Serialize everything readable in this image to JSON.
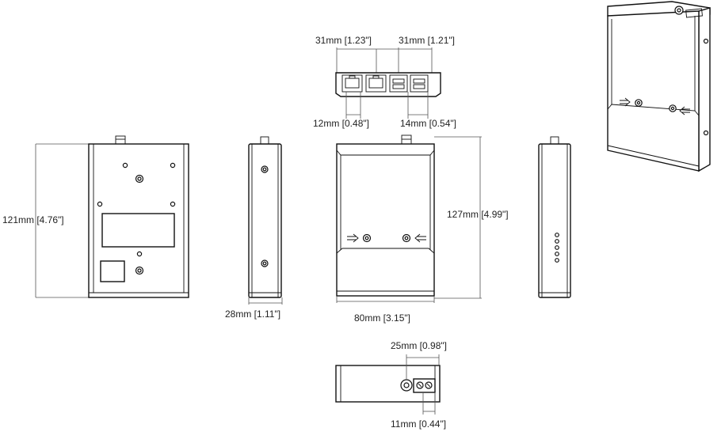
{
  "dimensions": {
    "rj45_width": "31mm [1.23\"]",
    "usb_width": "31mm [1.21\"]",
    "rj45_offset": "12mm [0.48\"]",
    "usb_offset": "14mm [0.54\"]",
    "rear_height": "121mm [4.76\"]",
    "side_depth": "28mm [1.11\"]",
    "front_height": "127mm [4.99\"]",
    "front_width": "80mm [3.15\"]",
    "power_offset": "25mm [0.98\"]",
    "terminal_width": "11mm [0.44\"]"
  },
  "colors": {
    "outline": "#111111",
    "dimension_line": "#555555",
    "background": "#ffffff"
  }
}
